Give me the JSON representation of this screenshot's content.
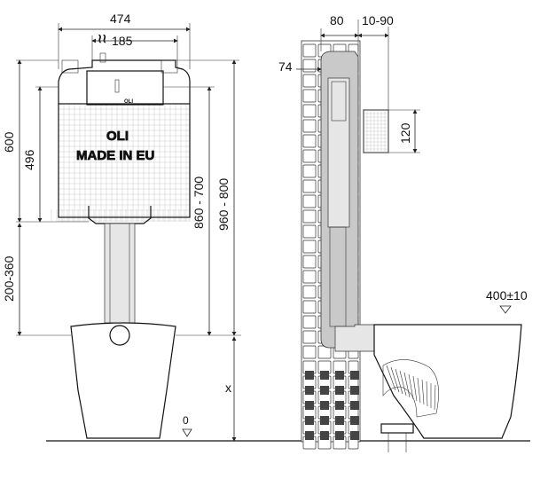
{
  "dimensions": {
    "total_width": "474",
    "flush_spacing": "185",
    "frame_depth": "80",
    "wall_offset": "10-90",
    "wall_thickness": "74",
    "tank_height": "600",
    "inner_height": "496",
    "flush_height": "860 - 700",
    "frame_height": "960 - 800",
    "pan_height": "200-360",
    "outlet_size": "120",
    "variable_x": "x",
    "floor_zero": "0",
    "pan_outlet": "400±10"
  },
  "branding": {
    "brand": "OLI",
    "brand_small": "OLI",
    "origin": "MADE IN EU"
  }
}
